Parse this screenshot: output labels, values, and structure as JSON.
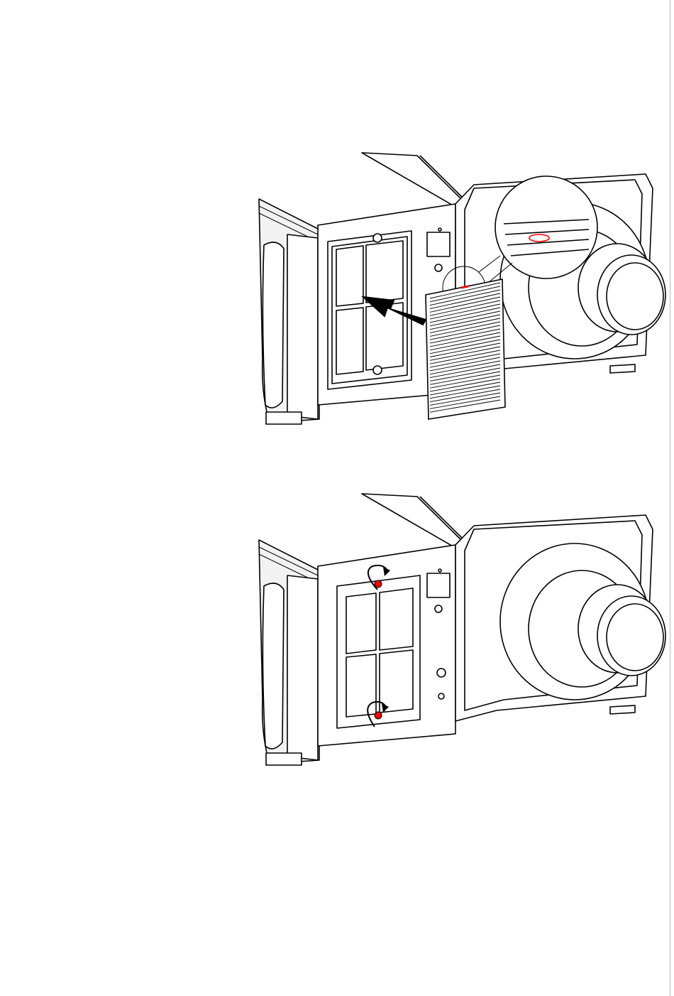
{
  "document": {
    "page_text": "",
    "figures": [
      {
        "id": "fig1",
        "icon": "filter-insert-diagram"
      },
      {
        "id": "fig2",
        "icon": "filter-lock-diagram"
      }
    ]
  },
  "colors": {
    "line": "#000000",
    "paper": "#ffffff",
    "body_shade": "#f2f2f2",
    "highlight": "#ff0000"
  }
}
